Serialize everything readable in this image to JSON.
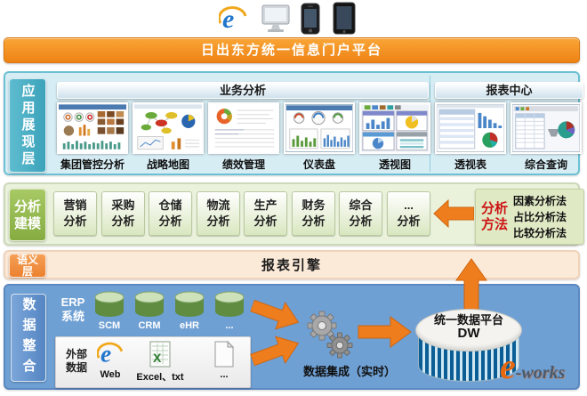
{
  "banner": {
    "title": "日出东方统一信息门户平台"
  },
  "app_layer": {
    "label": "应用展现层",
    "business_header": "业务分析",
    "report_header": "报表中心",
    "thumbnails": [
      {
        "label": "集团管控分析"
      },
      {
        "label": "战略地图"
      },
      {
        "label": "绩效管理"
      },
      {
        "label": "仪表盘"
      },
      {
        "label": "透视图"
      },
      {
        "label": "透视表"
      },
      {
        "label": "综合查询"
      }
    ]
  },
  "modeling_layer": {
    "label_line1": "分析",
    "label_line2": "建模",
    "modules": [
      [
        "营销",
        "分析"
      ],
      [
        "采购",
        "分析"
      ],
      [
        "仓储",
        "分析"
      ],
      [
        "物流",
        "分析"
      ],
      [
        "生产",
        "分析"
      ],
      [
        "财务",
        "分析"
      ],
      [
        "综合",
        "分析"
      ],
      [
        "...",
        "分析"
      ]
    ],
    "methods_label_line1": "分析",
    "methods_label_line2": "方法",
    "methods": [
      "因素分析法",
      "占比分析法",
      "比较分析法"
    ]
  },
  "semantic_layer": {
    "label_line1": "语义",
    "label_line2": "层",
    "engine": "报表引擎"
  },
  "data_layer": {
    "label": "数据整合",
    "erp_label_line1": "ERP",
    "erp_label_line2": "系统",
    "erp_sources": [
      "SCM",
      "CRM",
      "eHR",
      "..."
    ],
    "external_label_line1": "外部",
    "external_label_line2": "数据",
    "external_sources": [
      "Web",
      "Excel、txt",
      "..."
    ],
    "integration_caption": "数据集成（实时）",
    "dw_title": "统一数据平台",
    "dw_name": "DW"
  },
  "watermark": {
    "part1": "e",
    "part2": "-works"
  }
}
